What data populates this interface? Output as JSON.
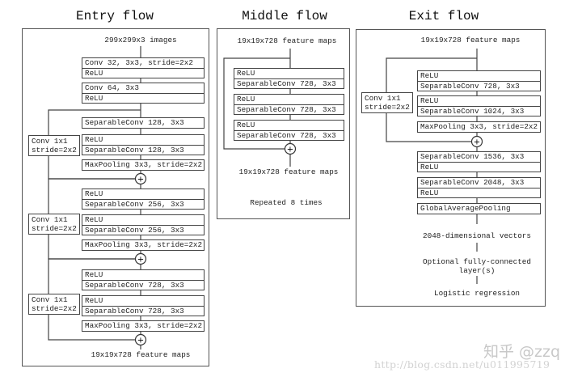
{
  "entry": {
    "title": "Entry flow",
    "input": "299x299x3 images",
    "conv1": [
      "Conv 32, 3x3, stride=2x2",
      "ReLU"
    ],
    "conv2": [
      "Conv 64, 3x3",
      "ReLU"
    ],
    "b1_sep": [
      "SeparableConv 128, 3x3"
    ],
    "b1_relu_sep": [
      "ReLU",
      "SeparableConv 128, 3x3"
    ],
    "b1_pool": [
      "MaxPooling 3x3, stride=2x2"
    ],
    "b2_a": [
      "ReLU",
      "SeparableConv 256, 3x3"
    ],
    "b2_b": [
      "ReLU",
      "SeparableConv 256, 3x3"
    ],
    "b2_pool": [
      "MaxPooling 3x3, stride=2x2"
    ],
    "b3_a": [
      "ReLU",
      "SeparableConv 728, 3x3"
    ],
    "b3_b": [
      "ReLU",
      "SeparableConv 728, 3x3"
    ],
    "b3_pool": [
      "MaxPooling 3x3, stride=2x2"
    ],
    "shortcut": [
      "Conv 1x1",
      "stride=2x2"
    ],
    "output": "19x19x728 feature maps"
  },
  "middle": {
    "title": "Middle flow",
    "input": "19x19x728 feature maps",
    "a": [
      "ReLU",
      "SeparableConv 728, 3x3"
    ],
    "b": [
      "ReLU",
      "SeparableConv 728, 3x3"
    ],
    "c": [
      "ReLU",
      "SeparableConv 728, 3x3"
    ],
    "output": "19x19x728 feature maps",
    "repeat": "Repeated 8 times"
  },
  "exit": {
    "title": "Exit flow",
    "input": "19x19x728 feature maps",
    "a": [
      "ReLU",
      "SeparableConv 728, 3x3"
    ],
    "b": [
      "ReLU",
      "SeparableConv 1024, 3x3"
    ],
    "pool": [
      "MaxPooling 3x3, stride=2x2"
    ],
    "shortcut": [
      "Conv 1x1",
      "stride=2x2"
    ],
    "c": [
      "SeparableConv 1536, 3x3",
      "ReLU"
    ],
    "d": [
      "SeparableConv 2048, 3x3",
      "ReLU"
    ],
    "gap": [
      "GlobalAveragePooling"
    ],
    "vectors": "2048-dimensional vectors",
    "fc": [
      "Optional fully-connected",
      "layer(s)"
    ],
    "logistic": "Logistic regression"
  },
  "add_symbol": "+",
  "watermark": {
    "zhihu": "知乎 @zzq",
    "url": "http://blog.csdn.net/u011995719"
  }
}
